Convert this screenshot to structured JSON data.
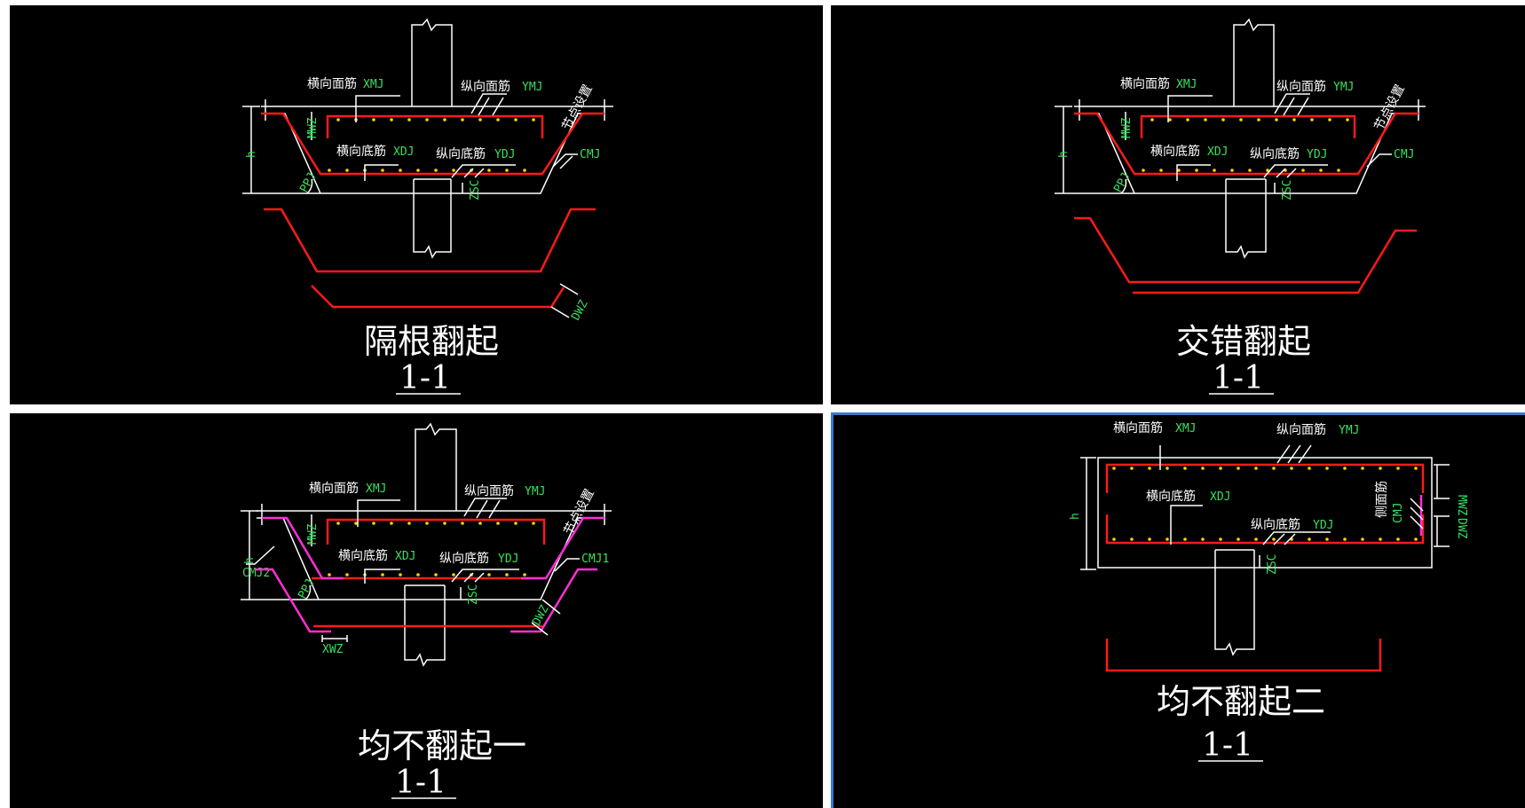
{
  "panels": [
    {
      "caption": "隔根翻起",
      "section": "1-1",
      "labels": {
        "xmj_cn": "横向面筋",
        "xmj_code": "XMJ",
        "ymj_cn": "纵向面筋",
        "ymj_code": "YMJ",
        "xdj_cn": "横向底筋",
        "xdj_code": "XDJ",
        "ydj_cn": "纵向底筋",
        "ydj_code": "YDJ",
        "node": "节点设置",
        "cmj": "CMJ",
        "mwz": "MWZ",
        "h": "h",
        "ppj": "PPJ",
        "zsc": "ZSC",
        "dwz": "DWZ"
      }
    },
    {
      "caption": "交错翻起",
      "section": "1-1",
      "labels": {
        "xmj_cn": "横向面筋",
        "xmj_code": "XMJ",
        "ymj_cn": "纵向面筋",
        "ymj_code": "YMJ",
        "xdj_cn": "横向底筋",
        "xdj_code": "XDJ",
        "ydj_cn": "纵向底筋",
        "ydj_code": "YDJ",
        "node": "节点设置",
        "cmj": "CMJ",
        "mwz": "MWZ",
        "h": "h",
        "ppj": "PPJ",
        "zsc": "ZSC"
      }
    },
    {
      "caption": "均不翻起一",
      "section": "1-1",
      "labels": {
        "xmj_cn": "横向面筋",
        "xmj_code": "XMJ",
        "ymj_cn": "纵向面筋",
        "ymj_code": "YMJ",
        "xdj_cn": "横向底筋",
        "xdj_code": "XDJ",
        "ydj_cn": "纵向底筋",
        "ydj_code": "YDJ",
        "node": "节点设置",
        "cmj1": "CMJ1",
        "cmj2": "CMJ2",
        "mwz": "MWZ",
        "h": "h",
        "ppj": "PPJ",
        "zsc": "ZSC",
        "dwz": "DWZ",
        "xwz": "XWZ"
      }
    },
    {
      "caption": "均不翻起二",
      "section": "1-1",
      "labels": {
        "xmj_cn": "横向面筋",
        "xmj_code": "XMJ",
        "ymj_cn": "纵向面筋",
        "ymj_code": "YMJ",
        "xdj_cn": "横向底筋",
        "xdj_code": "XDJ",
        "ydj_cn": "纵向底筋",
        "ydj_code": "YDJ",
        "side_cn": "侧面筋",
        "cmj": "CMJ",
        "mwz": "MWZ",
        "dwz": "DWZ",
        "h": "h",
        "zsc": "ZSC"
      }
    }
  ],
  "colors": {
    "background": "#000000",
    "line": "#ffffff",
    "rebar_main": "#ff1a1a",
    "rebar_side": "#ff2fd6",
    "rebar_dot": "#ffd400",
    "code_text": "#39e05a",
    "active_border": "#3a78d0"
  }
}
